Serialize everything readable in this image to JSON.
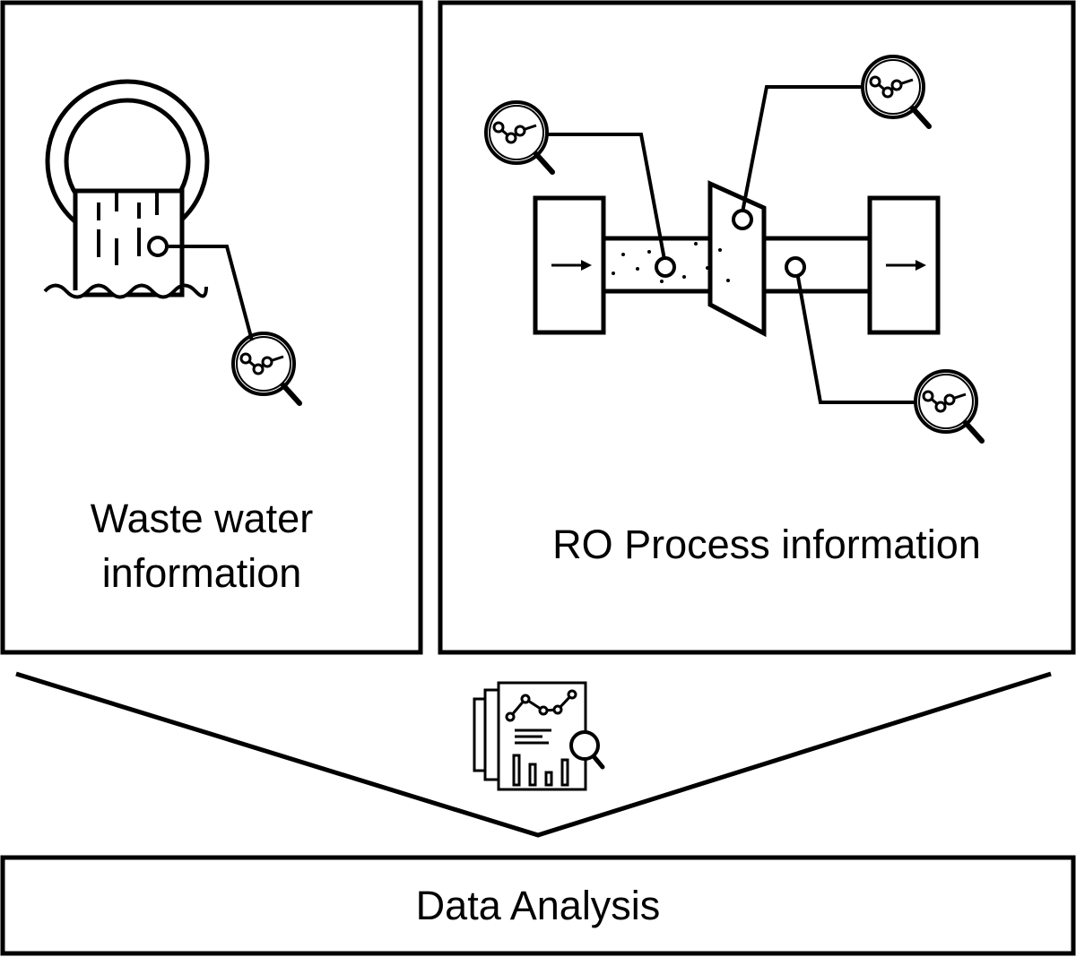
{
  "panels": {
    "waste_water": {
      "label": "Waste water information"
    },
    "ro_process": {
      "label": "RO Process information"
    }
  },
  "data_analysis": {
    "label": "Data Analysis"
  },
  "icons": {
    "outfall": "wastewater-outfall-pipe-icon",
    "sensor": "magnifier-chart-icon",
    "ro_unit": "reverse-osmosis-process-icon",
    "report": "data-report-icon"
  }
}
